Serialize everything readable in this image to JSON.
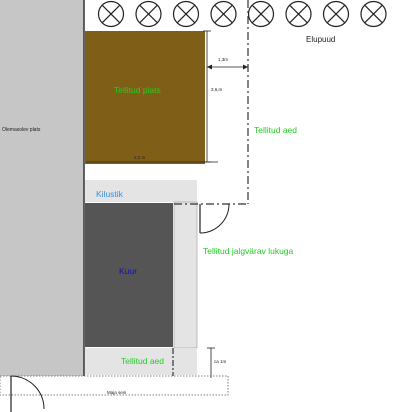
{
  "labels": {
    "neighbor_plot": "Olemasolev plats",
    "ordered_platform": "Tellitud plats",
    "ordered_fence_right": "Tellitud aed",
    "gravel": "Kilustik",
    "shed": "Kuur",
    "ordered_gate": "Tellitud jalgvärav lukuga",
    "ordered_fence_bottom": "Tellitud aed",
    "hedge": "Elupuud",
    "house_wall": "Maja sein"
  },
  "dimensions": {
    "gap_width": "1,3m",
    "platform_height": "3,6,m",
    "platform_width": "2,2 m",
    "bottom_gap": "ca 1m"
  },
  "hedge": {
    "count": 8,
    "symbol": "circle-with-x"
  },
  "colors": {
    "neighbor_plot": "#c6c6c6",
    "ordered_platform": "#7f5f17",
    "gravel": "#e4e4e4",
    "shed": "#555555",
    "green_label": "#22cc22",
    "blue_label": "#3b8fd9",
    "shed_label": "#1010c0"
  }
}
